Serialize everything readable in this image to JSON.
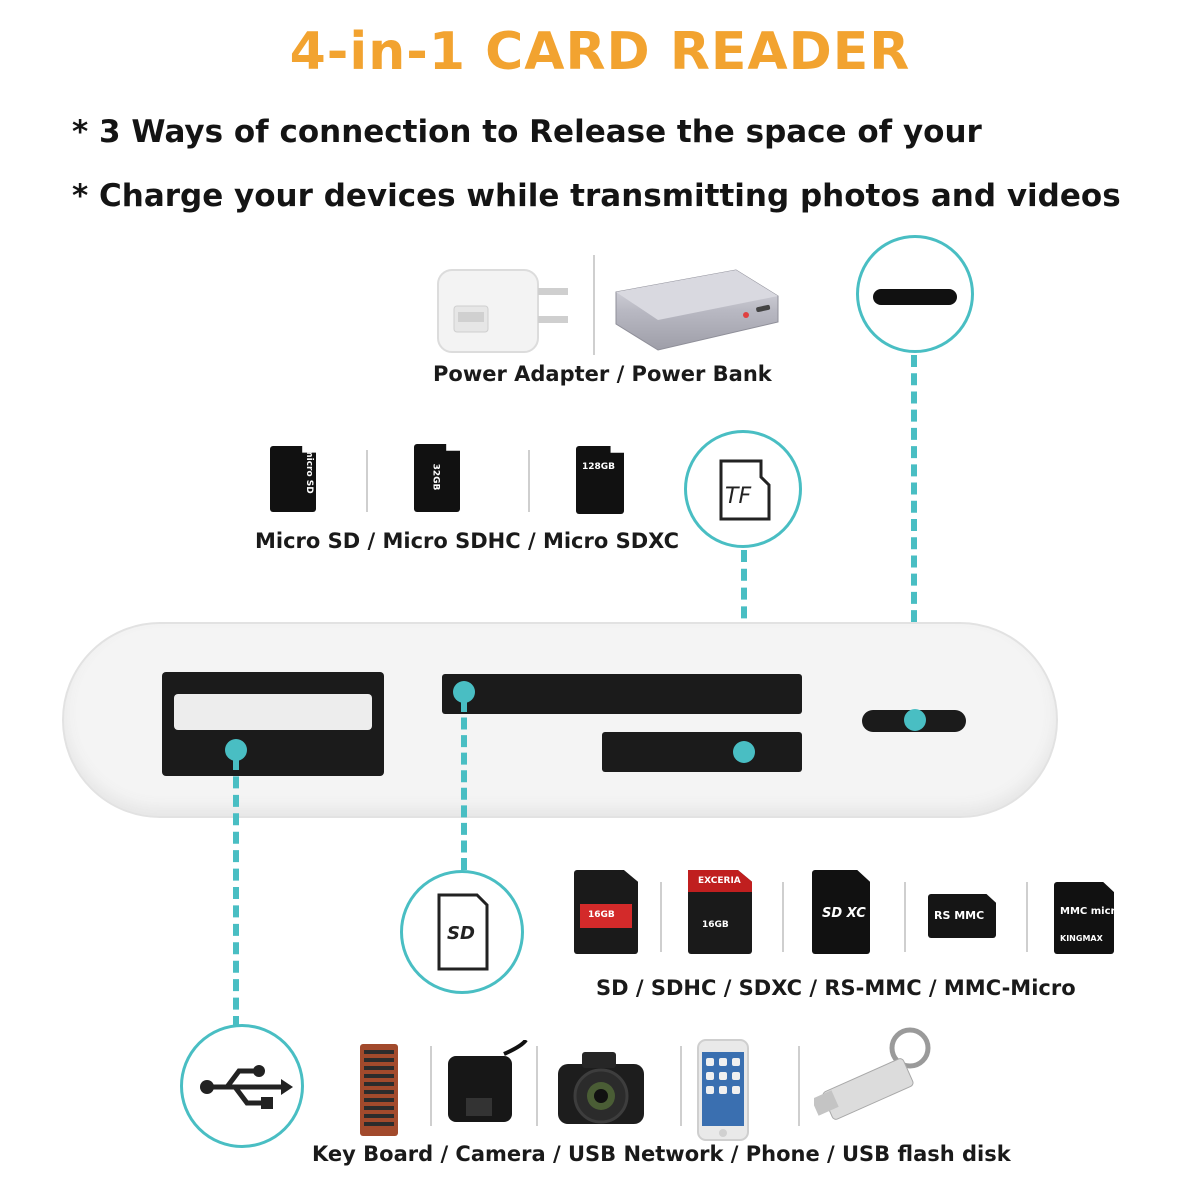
{
  "title": "4-in-1 CARD READER",
  "bullets": [
    "* 3 Ways of connection to Release the space of your",
    "* Charge your devices while transmitting photos and videos"
  ],
  "captions": {
    "power": "Power Adapter / Power Bank",
    "micro_sd": "Micro SD / Micro SDHC / Micro SDXC",
    "sd": "SD / SDHC / SDXC / RS-MMC / MMC-Micro",
    "usb": "Key Board / Camera / USB Network / Phone /  USB flash disk"
  },
  "icon_labels": {
    "tf": "TF",
    "sd": "SD"
  },
  "card_labels": {
    "micro_sd": "micro SD",
    "micro_sdhc_cap": "32GB",
    "micro_sdxc_cap": "128GB",
    "sd_cap": "16GB",
    "sdhc_cap": "16GB",
    "sdhc_brand": "EXCERIA",
    "sdxc": "SD XC",
    "rsmmc": "RS MMC",
    "mmc_micro": "MMC micro",
    "mmc_brand": "KINGMAX"
  },
  "colors": {
    "accent_title": "#f2a330",
    "connector_teal": "#49bec3",
    "device_body": "#f4f4f4"
  }
}
